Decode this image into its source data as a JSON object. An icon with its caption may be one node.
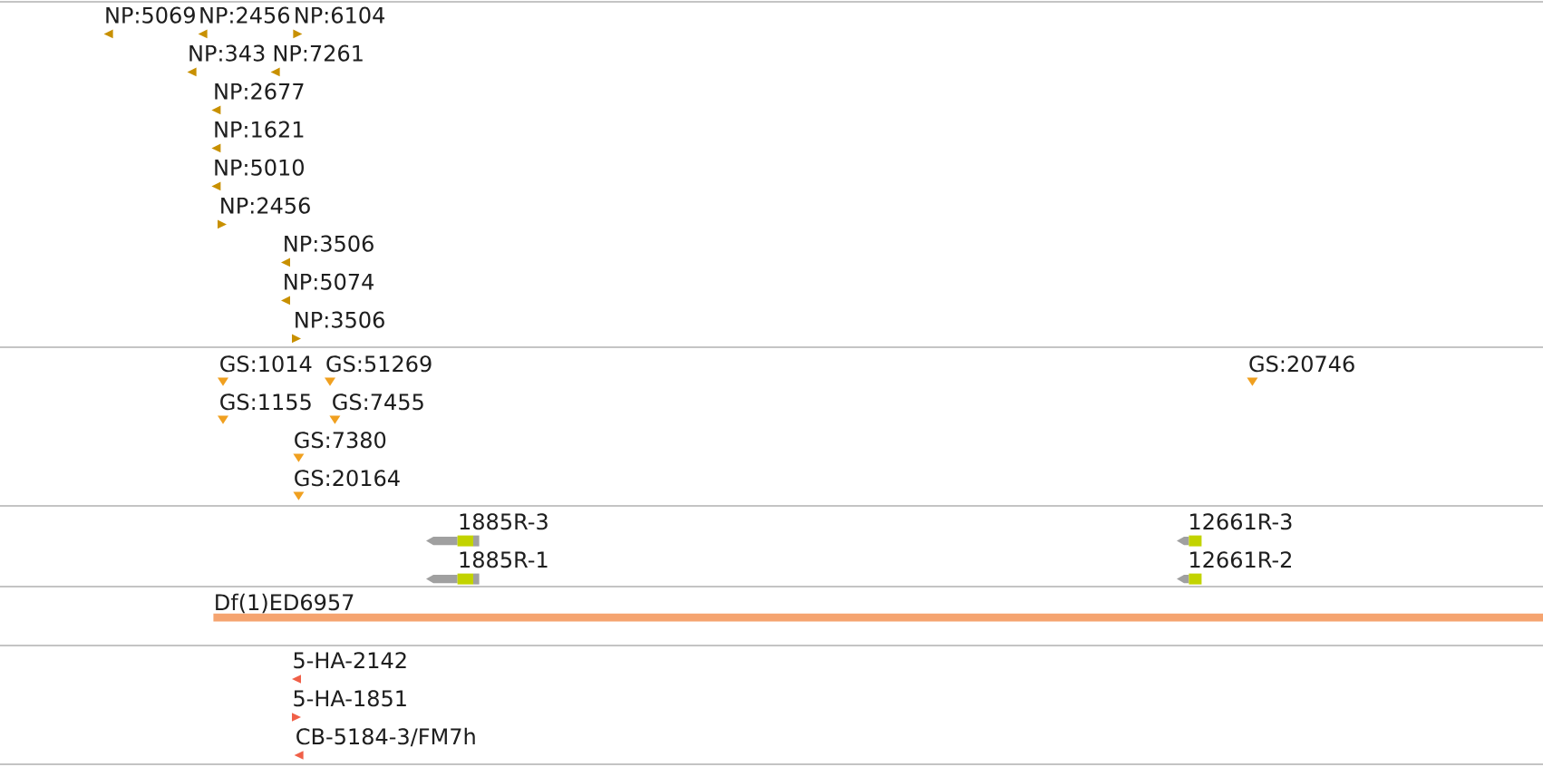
{
  "diagram": {
    "labels": [
      "NP:5069",
      "NP:2456",
      "NP:6104",
      "NP:343",
      "NP:7261",
      "NP:2677",
      "NP:1621",
      "NP:5010",
      "NP:2456",
      "NP:3506",
      "NP:5074",
      "NP:3506",
      "GS:1014",
      "GS:51269",
      "GS:20746",
      "GS:1155",
      "GS:7455",
      "GS:7380",
      "GS:20164",
      "1885R-3",
      "12661R-3",
      "1885R-1",
      "12661R-2",
      "Df(1)ED6957",
      "5-HA-2142",
      "5-HA-1851",
      "CB-5184-3/FM7h"
    ]
  }
}
